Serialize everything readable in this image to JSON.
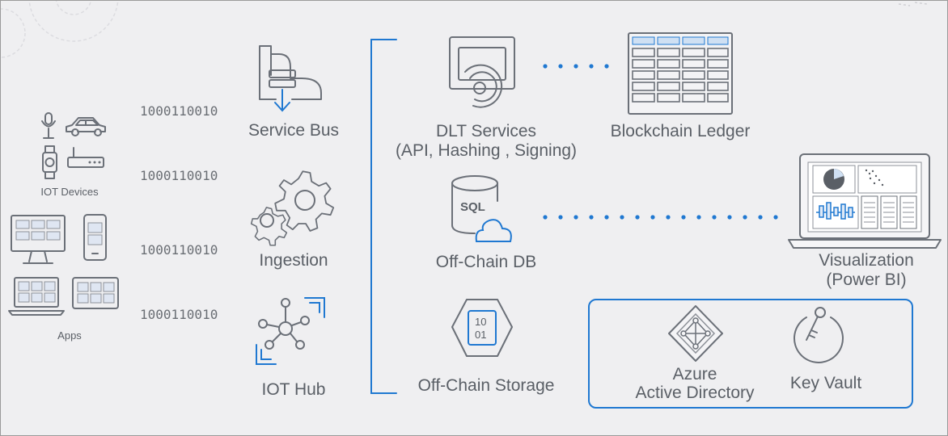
{
  "sources": {
    "iot_devices_label": "IOT Devices",
    "apps_label": "Apps",
    "binary_streams": [
      "1000110010",
      "1000110010",
      "1000110010",
      "1000110010"
    ]
  },
  "ingest": {
    "service_bus_label": "Service Bus",
    "ingestion_label": "Ingestion",
    "iot_hub_label": "IOT Hub"
  },
  "services": {
    "dlt_services_line1": "DLT Services",
    "dlt_services_line2": "(API, Hashing , Signing)",
    "off_chain_db_label": "Off-Chain DB",
    "sql_text": "SQL",
    "off_chain_storage_label": "Off-Chain Storage",
    "storage_bits_line1": "10",
    "storage_bits_line2": "01"
  },
  "outputs": {
    "blockchain_ledger_label": "Blockchain Ledger",
    "visualization_line1": "Visualization",
    "visualization_line2": "(Power BI)"
  },
  "security": {
    "aad_line1": "Azure",
    "aad_line2": "Active Directory",
    "key_vault_label": "Key Vault"
  },
  "colors": {
    "accent": "#1f78d1",
    "icon_stroke": "#6b7078",
    "background": "#efeff1"
  }
}
